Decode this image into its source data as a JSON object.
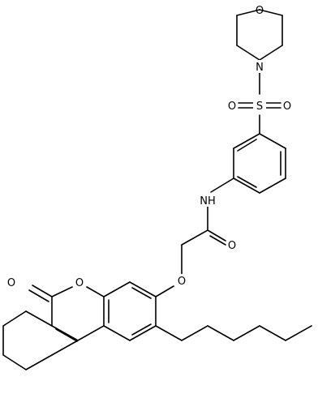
{
  "atoms": {
    "morpholine_oxygen": "O",
    "morpholine_nitrogen": "N",
    "sulfonyl_sulfur": "S",
    "sulfonyl_oxygen_left": "O",
    "sulfonyl_oxygen_right": "O",
    "amide_nitrogen": "NH",
    "amide_oxygen": "O",
    "ether_oxygen": "O",
    "lactone_ring_oxygen": "O",
    "lactone_carbonyl_oxygen": "O"
  },
  "colors": {
    "bond": "#000000",
    "label": "#000000",
    "background": "#ffffff"
  }
}
